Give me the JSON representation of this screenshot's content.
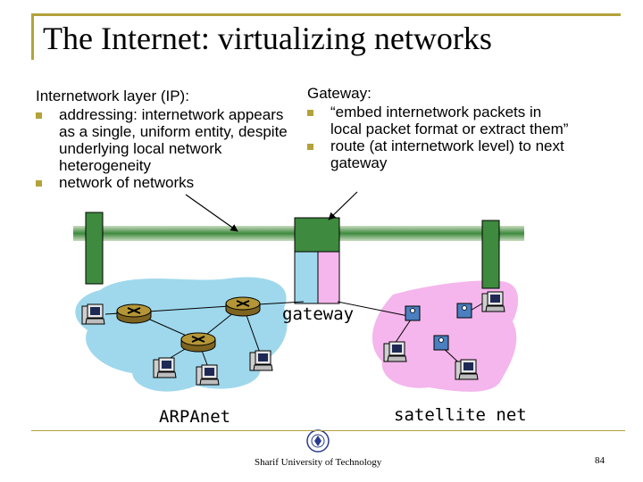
{
  "title": "The Internet: virtualizing networks",
  "left_block": {
    "heading": "Internetwork layer (IP):",
    "bullets": [
      "addressing: internetwork appears as a single, uniform entity, despite underlying local network heterogeneity",
      "network of networks"
    ]
  },
  "right_block": {
    "heading": "Gateway:",
    "bullets": [
      "“embed internetwork packets in local packet format or extract them”",
      "route (at internetwork level) to next gateway"
    ]
  },
  "labels": {
    "gateway": "gateway",
    "arpanet": "ARPAnet",
    "satellite": "satellite net"
  },
  "footer": {
    "institution": "Sharif University of Technology",
    "page_number": "84"
  },
  "colors": {
    "accent": "#b3a23a",
    "backbone": "#3e8a3e",
    "arpanet_cloud": "#9fd8ec",
    "satellite_cloud": "#f4b6ec",
    "router": "#a5872f"
  }
}
